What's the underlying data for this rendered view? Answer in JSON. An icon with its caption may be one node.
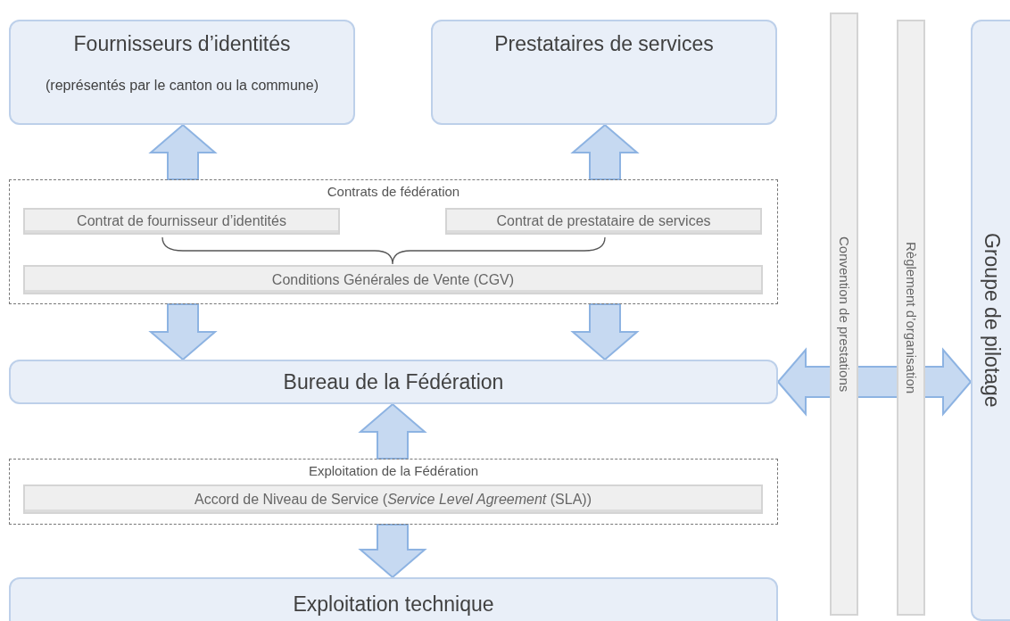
{
  "diagram": {
    "nodes": [
      {
        "text": [
          "Fournisseurs d’identités",
          "(représentés par le canton ou la commune)"
        ]
      },
      {
        "text": [
          "Prestataires de services"
        ]
      },
      {
        "text": [
          "Contrats de fédération"
        ]
      },
      {
        "text": [
          "Contrat de fournisseur d’identités"
        ],
        "in": 2
      },
      {
        "text": [
          "Contrat de prestataire de services"
        ],
        "in": 2
      },
      {
        "text": [
          "Conditions Générales de Vente (CGV)"
        ],
        "in": 2
      },
      {
        "text": [
          "Convention de prestations"
        ]
      },
      {
        "text": [
          "Règlement d’organisation"
        ]
      },
      {
        "text": [
          "Groupe de pilotage"
        ]
      },
      {
        "text": [
          "Bureau de la Fédération"
        ]
      },
      {
        "text": [
          "Exploitation de la Fédération"
        ]
      },
      {
        "text": [
          "Accord de Niveau de Service (*Service Level Agreement* (SLA))"
        ],
        "in": 10
      },
      {
        "text": [
          "Exploitation technique"
        ]
      }
    ],
    "edges": [
      {
        "from": 2,
        "to": 0,
        "arrow": "to"
      },
      {
        "from": 2,
        "to": 1,
        "arrow": "to"
      },
      {
        "from": 2,
        "to": 9,
        "arrow": "to"
      },
      {
        "from": 2,
        "to": 9,
        "arrow": "to"
      },
      {
        "from": 10,
        "to": 9,
        "arrow": "to"
      },
      {
        "from": 10,
        "to": 12,
        "arrow": "to"
      },
      {
        "from": 9,
        "to": 8,
        "arrow": "both"
      }
    ]
  }
}
